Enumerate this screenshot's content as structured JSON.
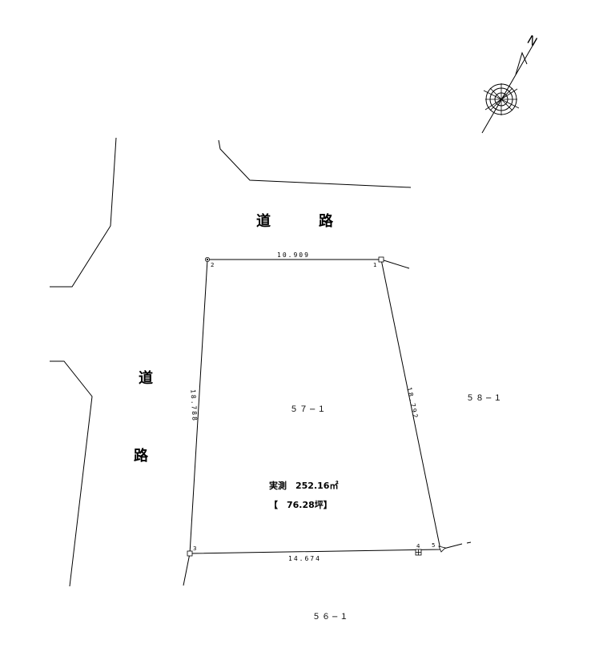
{
  "roads": {
    "top": [
      "道",
      "路"
    ],
    "left": [
      "道",
      "路"
    ]
  },
  "lots": {
    "main": "５７−１",
    "east": "５８−１",
    "south": "５６−１"
  },
  "area": {
    "label": "実測",
    "value": "252.16㎡",
    "tsubo": "【　76.28坪】"
  },
  "dimensions": {
    "north": "10.909",
    "east": "18.792",
    "south": "14.674",
    "west": "18.788"
  },
  "points": [
    "1",
    "2",
    "3",
    "4",
    "5"
  ],
  "compass": {
    "north_label": "N"
  }
}
